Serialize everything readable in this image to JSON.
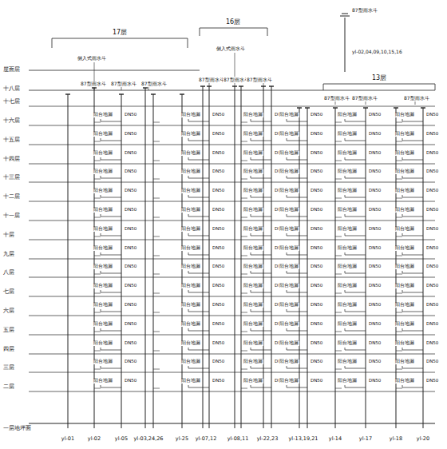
{
  "diagram": {
    "labels": [
      "屋面层",
      "十八层",
      "十七层",
      "十六层",
      "十五层",
      "十四层",
      "十三层",
      "十二层",
      "十一层",
      "十层",
      "九层",
      "八层",
      "七层",
      "六层",
      "五层",
      "四层",
      "三层",
      "二层",
      "一层地坪面",
      "17层",
      "16层",
      "13层",
      "yl-01",
      "yl-02",
      "yl-05",
      "yl-03,24,26",
      "yl-25",
      "yl-07,12",
      "yl-08,11",
      "yl-22,23",
      "yl-13,19,21",
      "yl-14",
      "yl-17",
      "yl-18",
      "yl-20",
      "yl-02,04,09,10,15,16",
      "87型雨水斗",
      "87型雨水斗",
      "87型雨水斗",
      "87型雨水斗",
      "87型雨水斗",
      "87型雨水斗",
      "87型雨水斗",
      "87型雨水斗",
      "87型雨水斗",
      "87型雨水斗",
      "侧入式雨水斗",
      "侧入式雨水斗",
      "阳台地漏",
      "DN50",
      "阳台地漏",
      "DN50",
      "阳台地漏",
      "DN50",
      "阳台地漏",
      "DN50",
      "阳台地漏",
      "DN50",
      "阳台地漏",
      "DN50",
      "阳台地漏",
      "DN50",
      "阳台地漏",
      "DN50",
      "阳台地漏",
      "DN50",
      "阳台地漏",
      "DN50",
      "阳台地漏",
      "DN50",
      "阳台地漏",
      "DN50",
      "阳台地漏",
      "DN50",
      "阳台地漏",
      "DN50",
      "阳台地漏",
      "DN50",
      "阳台地漏",
      "DN50",
      "阳台地漏",
      "DN50",
      "阳台地漏",
      "DN50",
      "阳台地漏",
      "DN50",
      "阳台地漏",
      "DN50",
      "阳台地漏",
      "DN50",
      "阳台地漏",
      "DN50",
      "阳台地漏",
      "DN50",
      "阳台地漏",
      "DN50",
      "阳台地漏",
      "DN50",
      "阳台地漏",
      "DN50",
      "阳台地漏",
      "DN50",
      "阳台地漏",
      "DN50",
      "阳台地漏",
      "DN50",
      "阳台地漏",
      "DN50",
      "阳台地漏",
      "DN50",
      "阳台地漏",
      "DN50",
      "阳台地漏",
      "DN50",
      "阳台地漏",
      "DN50",
      "阳台地漏",
      "DN50",
      "阳台地漏",
      "DN50",
      "阳台地漏",
      "DN50",
      "阳台地漏",
      "DN50",
      "阳台地漏",
      "DN50",
      "阳台地漏",
      "DN50",
      "阳台地漏",
      "DN50",
      "阳台地漏",
      "DN50",
      "阳台地漏",
      "DN50",
      "阳台地漏",
      "DN50",
      "阳台地漏",
      "DN50",
      "阳台地漏",
      "DN50",
      "阳台地漏",
      "DN50",
      "阳台地漏",
      "DN50",
      "阳台地漏",
      "DN50",
      "阳台地漏",
      "DN50",
      "阳台地漏",
      "DN50",
      "阳台地漏",
      "DN50",
      "阳台地漏",
      "DN50",
      "阳台地漏",
      "DN50",
      "阳台地漏",
      "DN50",
      "阳台地漏",
      "DN50",
      "阳台地漏",
      "DN50",
      "阳台地漏",
      "DN50",
      "阳台地漏",
      "DN50",
      "阳台地漏",
      "DN50",
      "阳台地漏",
      "DN50",
      "阳台地漏",
      "DN50",
      "阳台地漏",
      "DN50",
      "阳台地漏",
      "DN50",
      "阳台地漏",
      "DN50",
      "阳台地漏",
      "DN50",
      "阳台地漏",
      "DN50",
      "阳台地漏",
      "DN50",
      "阳台地漏",
      "DN50",
      "阳台地漏",
      "DN50",
      "阳台地漏",
      "DN50",
      "阳台地漏",
      "DN50",
      "阳台地漏",
      "DN50",
      "阳台地漏",
      "DN50",
      "阳台地漏",
      "DN50",
      "阳台地漏",
      "DN50",
      "阳台地漏",
      "DN50",
      "阳台地漏",
      "DN50",
      "阳台地漏",
      "DN50",
      "阳台地漏",
      "DN50",
      "阳台地漏",
      "DN50",
      "阳台地漏",
      "DN50",
      "阳台地漏",
      "DN50",
      "阳台地漏",
      "DN50",
      "阳台地漏",
      "DN50",
      "阳台地漏",
      "DN50",
      "阳台地漏",
      "DN50",
      "阳台地漏",
      "DN50",
      "阳台地漏",
      "DN50",
      "阳台地漏",
      "DN50"
    ]
  }
}
